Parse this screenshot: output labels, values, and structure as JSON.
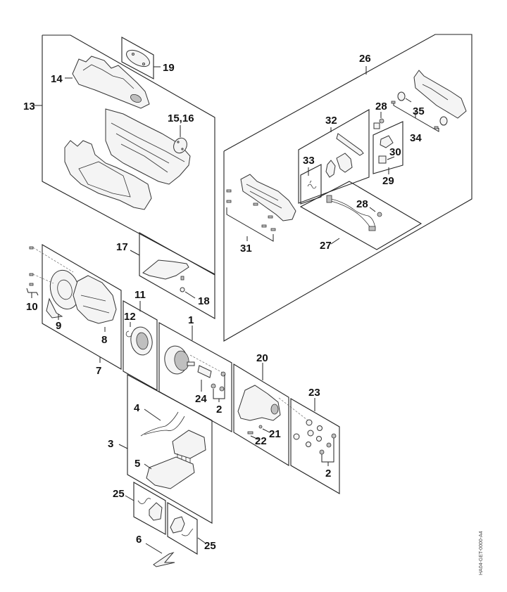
{
  "diagram": {
    "type": "exploded-parts-diagram",
    "drawing_code": "HA04-GET-0000-A4",
    "callouts": {
      "c1": "1",
      "c2a": "2",
      "c2b": "2",
      "c3": "3",
      "c4": "4",
      "c5": "5",
      "c6": "6",
      "c7": "7",
      "c8": "8",
      "c9": "9",
      "c10": "10",
      "c11": "11",
      "c12": "12",
      "c13": "13",
      "c14": "14",
      "c15_16": "15,16",
      "c17": "17",
      "c18": "18",
      "c19": "19",
      "c20": "20",
      "c21": "21",
      "c22": "22",
      "c23": "23",
      "c24": "24",
      "c25a": "25",
      "c25b": "25",
      "c26": "26",
      "c27": "27",
      "c28a": "28",
      "c28b": "28",
      "c29": "29",
      "c30": "30",
      "c31": "31",
      "c32": "32",
      "c33": "33",
      "c34": "34",
      "c35": "35"
    },
    "groups": [
      {
        "id": "13",
        "contains": [
          "14",
          "15,16",
          "19"
        ]
      },
      {
        "id": "26",
        "contains": [
          "27",
          "28",
          "29",
          "30",
          "31",
          "32",
          "33",
          "34",
          "35"
        ]
      },
      {
        "id": "17",
        "contains": [
          "18"
        ]
      },
      {
        "id": "7",
        "contains": [
          "8",
          "9"
        ]
      },
      {
        "id": "11",
        "contains": [
          "12"
        ]
      },
      {
        "id": "1",
        "contains": [
          "2",
          "24"
        ]
      },
      {
        "id": "20",
        "contains": [
          "21",
          "22"
        ]
      },
      {
        "id": "23",
        "contains": [
          "2"
        ]
      },
      {
        "id": "3",
        "contains": [
          "4",
          "5"
        ]
      }
    ]
  }
}
